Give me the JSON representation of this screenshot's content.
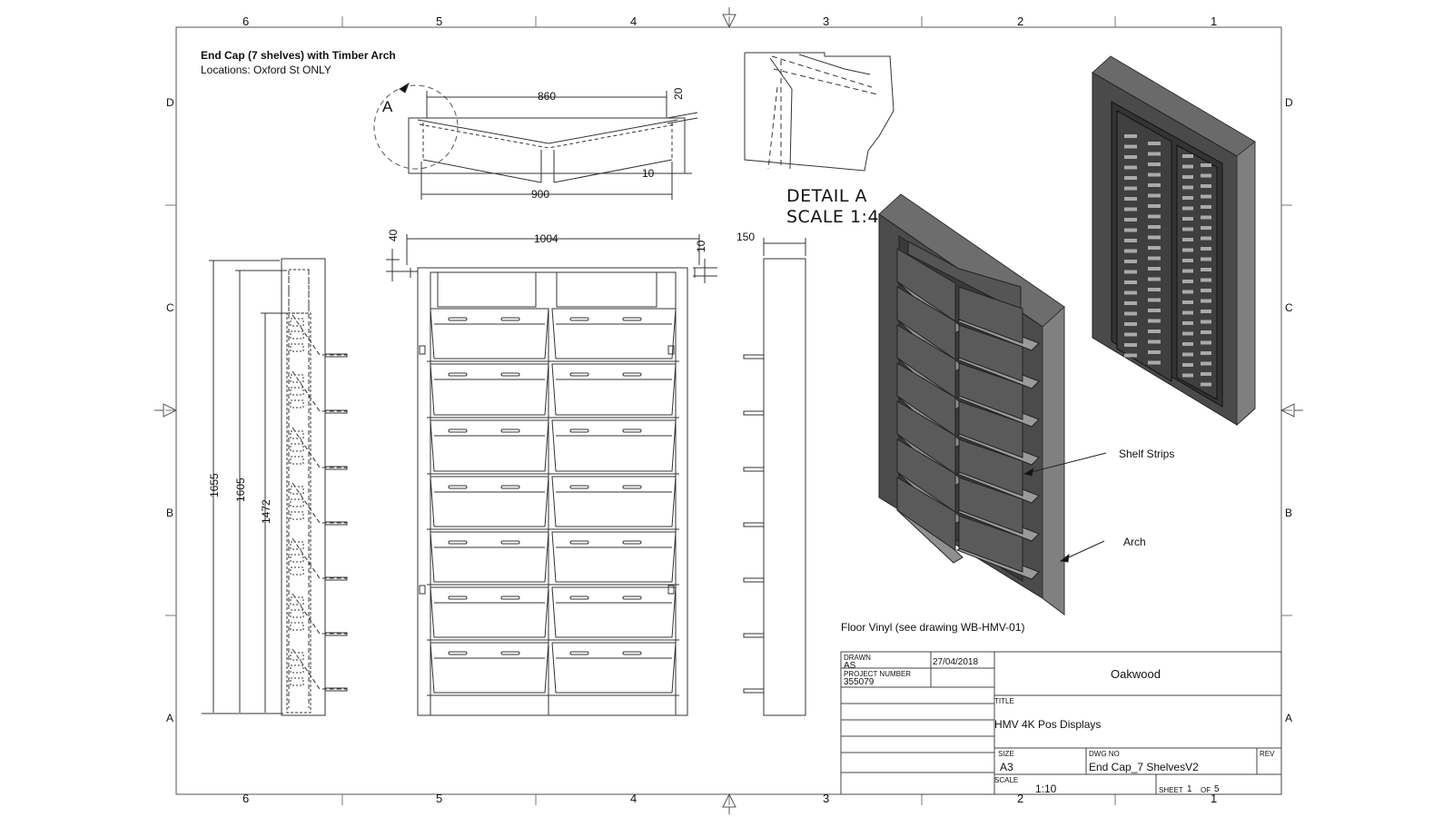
{
  "header": {
    "title": "End Cap (7 shelves) with Timber Arch",
    "locations": "Locations: Oxford St ONLY"
  },
  "zones": {
    "columns": [
      "6",
      "5",
      "4",
      "3",
      "2",
      "1"
    ],
    "rows": [
      "D",
      "C",
      "B",
      "A"
    ]
  },
  "top_view": {
    "section_mark": "A",
    "dim_top": "860",
    "dim_right": "20",
    "dim_gap": "10",
    "dim_bottom": "900"
  },
  "detail": {
    "line1": "DETAIL  A",
    "line2": "SCALE 1:4"
  },
  "side_view": {
    "dim_1655": "1655",
    "dim_1605": "1605",
    "dim_1472": "1472"
  },
  "front_view": {
    "dim_width": "1004",
    "dim_top_left": "40",
    "dim_top_right": "10"
  },
  "right_view": {
    "dim_depth": "150"
  },
  "callouts": {
    "shelf_strips": "Shelf Strips",
    "arch": "Arch",
    "floor_vinyl": "Floor Vinyl (see drawing WB-HMV-01)"
  },
  "title_block": {
    "drawn_label": "DRAWN",
    "drawn_value": "AS",
    "date": "27/04/2018",
    "project_label": "PROJECT NUMBER",
    "project_value": "355079",
    "company": "Oakwood",
    "title_label": "TITLE",
    "title_value": "HMV 4K Pos Displays",
    "size_label": "SIZE",
    "size_value": "A3",
    "dwg_label": "DWG NO",
    "dwg_value": "End Cap_7 ShelvesV2",
    "rev_label": "REV",
    "scale_label": "SCALE",
    "scale_value": "1:10",
    "sheet_label": "SHEET",
    "sheet_value": "1",
    "of_label": "OF",
    "of_value": "5"
  }
}
